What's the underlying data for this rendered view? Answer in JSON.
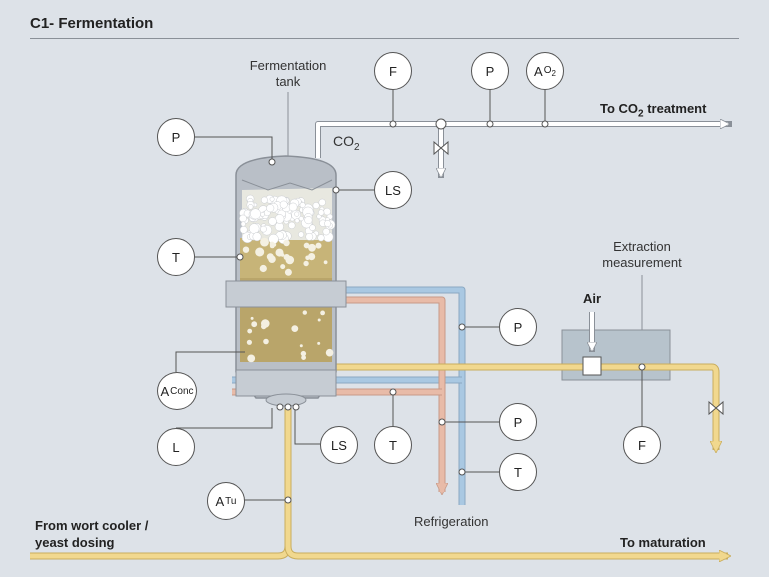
{
  "header": {
    "title": "C1- Fermentation"
  },
  "labels": {
    "fermentation_tank": "Fermentation tank",
    "extraction_measurement": "Extraction measurement",
    "air": "Air",
    "co2_main": "CO",
    "co2_sub": "2",
    "to_co2_treatment_main": "To CO",
    "to_co2_treatment_sub": "2",
    "to_co2_treatment_suffix": " treatment",
    "refrigeration": "Refrigeration",
    "from_wort_cooler": "From wort cooler / yeast dosing",
    "to_maturation": "To maturation"
  },
  "instruments": {
    "f_top": {
      "main": "F",
      "sub": ""
    },
    "p_top": {
      "main": "P",
      "sub": ""
    },
    "a_o2": {
      "main": "A",
      "sub": "O2"
    },
    "p_tank_top": {
      "main": "P",
      "sub": ""
    },
    "ls_top": {
      "main": "LS",
      "sub": ""
    },
    "t_tank": {
      "main": "T",
      "sub": ""
    },
    "a_conc": {
      "main": "A",
      "sub": "Conc"
    },
    "l_bottom": {
      "main": "L",
      "sub": ""
    },
    "ls_bottom": {
      "main": "LS",
      "sub": ""
    },
    "t_cooling": {
      "main": "T",
      "sub": ""
    },
    "p_refrig_upper": {
      "main": "P",
      "sub": ""
    },
    "p_refrig_lower": {
      "main": "P",
      "sub": ""
    },
    "t_refrig": {
      "main": "T",
      "sub": ""
    },
    "a_tu": {
      "main": "A",
      "sub": "Tu"
    },
    "f_extraction": {
      "main": "F",
      "sub": ""
    }
  },
  "colors": {
    "background": "#dde2e8",
    "tank_steel": "#b9bfc7",
    "beer": "#b9a56a",
    "foam": "#ffffff",
    "product_pipe": "#f1d88e",
    "co2_pipe": "#ffffff",
    "refrigeration_blue": "#a9c8e2",
    "refrigeration_red": "#e8bba8"
  }
}
